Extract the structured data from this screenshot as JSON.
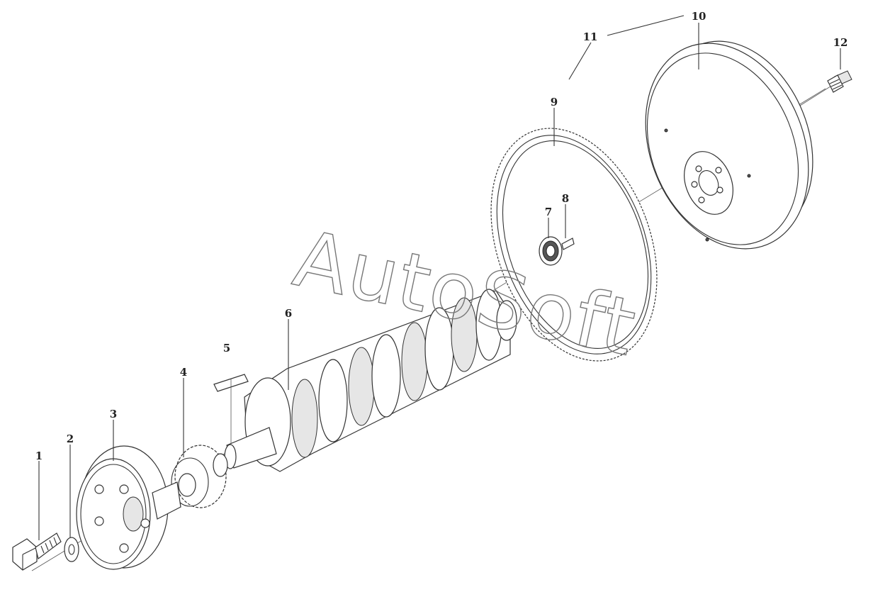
{
  "labels": {
    "p1": "1",
    "p2": "2",
    "p3": "3",
    "p4": "4",
    "p5": "5",
    "p6": "6",
    "p7": "7",
    "p8": "8",
    "p9": "9",
    "p10": "10",
    "p11": "11",
    "p12": "12"
  },
  "watermark": "AutoSoft"
}
